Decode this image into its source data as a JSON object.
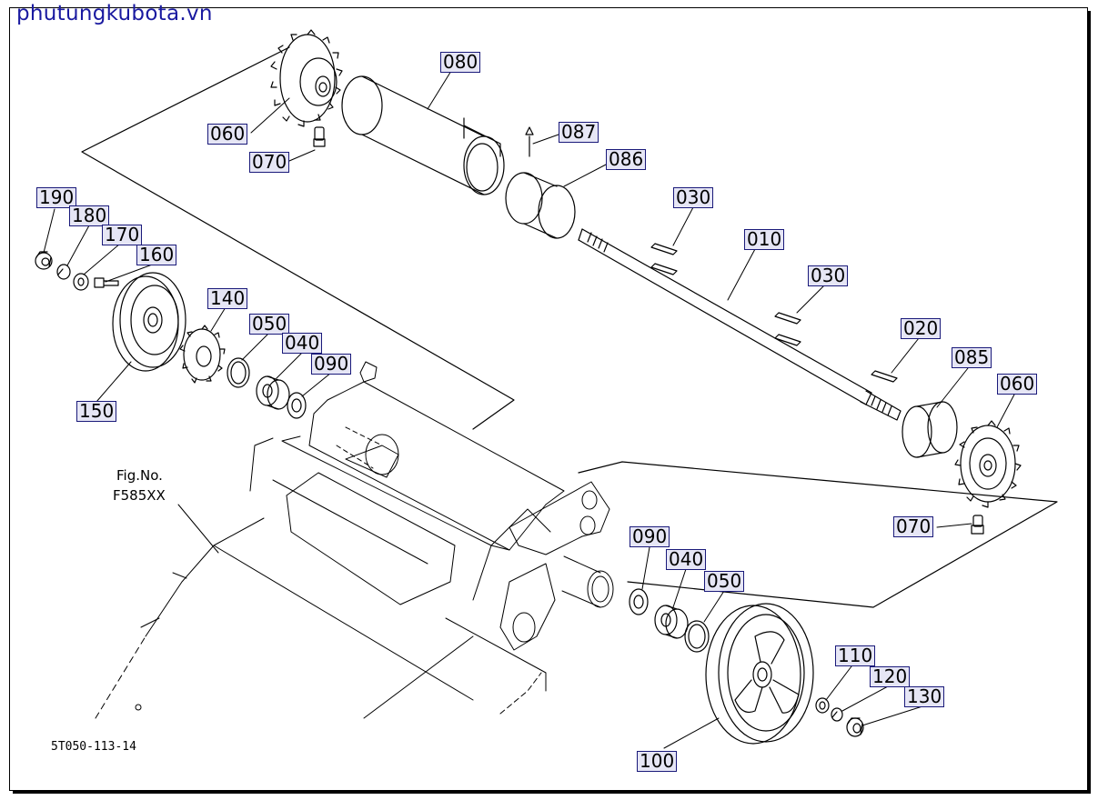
{
  "watermark": "phutungkubota.vn",
  "figure_ref": {
    "line1": "Fig.No.",
    "line2": "F585XX"
  },
  "drawing_code": "5T050-113-14",
  "labels": {
    "l080": "080",
    "l087": "087",
    "l086": "086",
    "l060_top": "060",
    "l070_top": "070",
    "l030_a": "030",
    "l010": "010",
    "l030_b": "030",
    "l020": "020",
    "l085": "085",
    "l060_right": "060",
    "l070_right": "070",
    "l190": "190",
    "l180": "180",
    "l170": "170",
    "l160": "160",
    "l140": "140",
    "l050_left": "050",
    "l040_left": "040",
    "l090_left": "090",
    "l150": "150",
    "l090_right": "090",
    "l040_right": "040",
    "l050_right": "050",
    "l110": "110",
    "l120": "120",
    "l130": "130",
    "l100": "100"
  }
}
